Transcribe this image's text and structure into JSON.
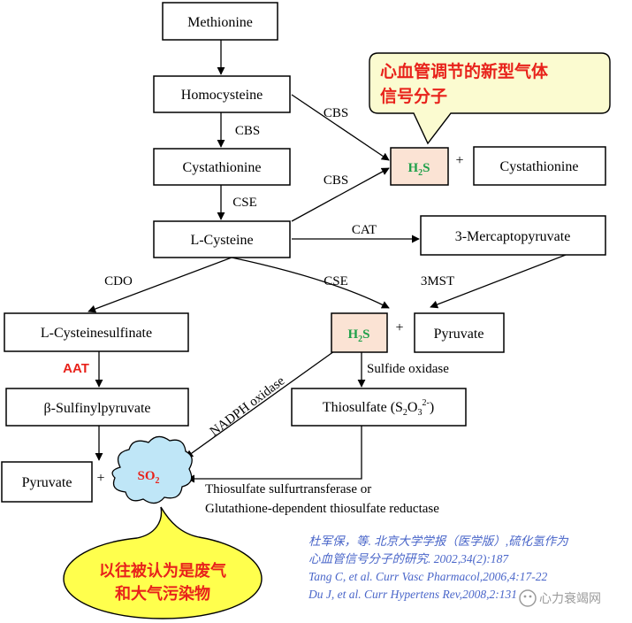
{
  "nodes": {
    "methionine": "Methionine",
    "homocysteine": "Homocysteine",
    "cystathionine_left": "Cystathionine",
    "l_cysteine": "L-Cysteine",
    "h2s_top": {
      "main": "H",
      "sub": "2",
      "tail": "S"
    },
    "cystathionine_right": "Cystathionine",
    "mercaptopyruvate": "3-Mercaptopyruvate",
    "cysteinesulfinate": "L-Cysteinesulfinate",
    "h2s_mid": {
      "main": "H",
      "sub": "2",
      "tail": "S"
    },
    "pyruvate_right": "Pyruvate",
    "sulfinylpyruvate": "β-Sulfinylpyruvate",
    "thiosulfate": {
      "main": "Thiosulfate (S",
      "s1": "2",
      "m2": "O",
      "s2": "3",
      "sup": "2-",
      "tail": ")"
    },
    "pyruvate_left": "Pyruvate",
    "so2": {
      "main": "SO",
      "sub": "2"
    }
  },
  "edges": {
    "cbs_1": "CBS",
    "cbs_2": "CBS",
    "cbs_3": "CBS",
    "cse_1": "CSE",
    "cse_2": "CSE",
    "cat": "CAT",
    "cdo": "CDO",
    "mst": "3MST",
    "aat": "AAT",
    "sulfide_oxidase": "Sulfide oxidase",
    "nadph_oxidase": "NADPH oxidase",
    "thiosulfate_enzyme_line1": "Thiosulfate sulfurtransferase or",
    "thiosulfate_enzyme_line2": "Glutathione-dependent thiosulfate reductase"
  },
  "plus_signs": [
    "+",
    "+",
    "+"
  ],
  "callouts": {
    "top": {
      "line1": "心血管调节的新型气体",
      "line2": "信号分子"
    },
    "bottom": {
      "line1": "以往被认为是废气",
      "line2": "和大气污染物"
    }
  },
  "references": [
    "杜军保，等. 北京大学学报（医学版）,硫化氢作为",
    "心血管信号分子的研究. 2002,34(2):187",
    "Tang C, et al. Curr Vasc Pharmacol,2006,4:17-22",
    "Du J, et al. Curr Hypertens Rev,2008,2:131"
  ],
  "watermark": "心力衰竭网",
  "colors": {
    "h2s_text": "#1fa04a",
    "h2s_fill": "#fbe3d4",
    "so2_text": "#e8221b",
    "so2_fill": "#bfe6f7",
    "callout_text": "#e8221b",
    "callout_top_fill": "#fbfbd0",
    "callout_bottom_fill": "#ffff4d",
    "aat": "#e8221b",
    "references": "#4a66c9"
  }
}
